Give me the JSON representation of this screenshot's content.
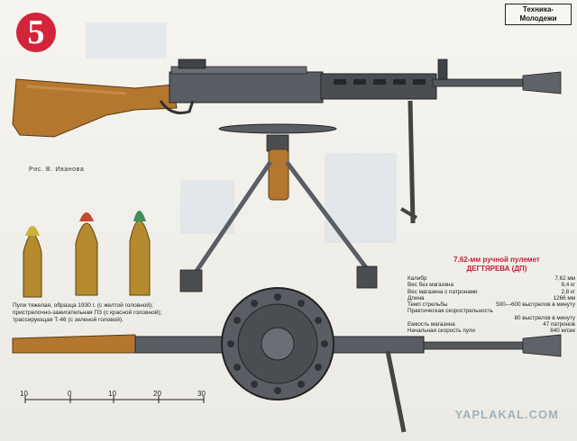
{
  "page_number": "5",
  "magazine_label": [
    "Техника-",
    "Молодежи"
  ],
  "illustration_credit": "Рис. В. Иванова",
  "bullets": {
    "caption": "Пули тяжелая, образца 1930 г. (с желтой головной); пристрелочно-зажигательная ПЗ (с красной головной); трассирующая Т-46 (с зеленой головой)."
  },
  "specs": {
    "title_line1": "7,62-мм ручной пулемет",
    "title_line2": "ДЕГТЯРЕВА (ДП)",
    "rows": [
      {
        "label": "Калибр",
        "value": "7,62 мм"
      },
      {
        "label": "Вес без магазина",
        "value": "8,4 кг"
      },
      {
        "label": "Вес магазина с патронами",
        "value": "2,8 кг"
      },
      {
        "label": "Длина",
        "value": "1266 мм"
      },
      {
        "label": "Темп стрельбы",
        "value": "500—600 выстрелов в минуту"
      },
      {
        "label": "Практическая скорострельность",
        "value": "80 выстрелов в минуту"
      },
      {
        "label": "Емкость магазина",
        "value": "47 патронов"
      },
      {
        "label": "Начальная скорость пули",
        "value": "840 м/сек"
      }
    ]
  },
  "scale": {
    "labels": [
      "10",
      "0",
      "10",
      "20",
      "30"
    ]
  },
  "watermark": "YAPLAKAL.COM",
  "colors": {
    "badge_red": "#d3243a",
    "stock_wood": "#b5772f",
    "metal_dark": "#4a4d52",
    "bullet_brass": "#b58a2f",
    "tip_yellow": "#c9b23a",
    "tip_red": "#c4492f",
    "tip_green": "#3f8f5a"
  }
}
